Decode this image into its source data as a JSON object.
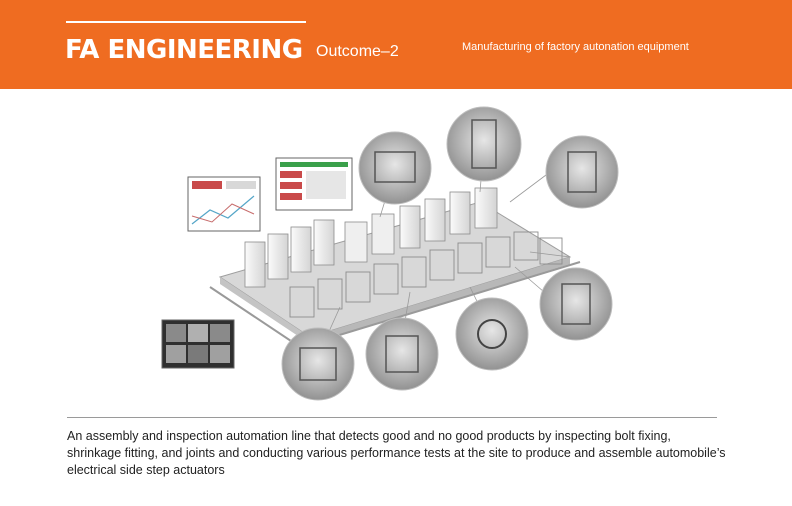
{
  "header": {
    "brand": "FA ENGINEERING",
    "outcome": "Outcome–2",
    "subtitle": "Manufacturing of factory autonation equipment"
  },
  "caption": "An assembly and inspection automation line that detects good and no good products by inspecting bolt fixing, shrinkage fitting, and joints and conducting various performance tests at the site to produce and assemble automobile’s electrical side step actuators",
  "colors": {
    "accent": "#ef6c21",
    "text": "#222222"
  }
}
